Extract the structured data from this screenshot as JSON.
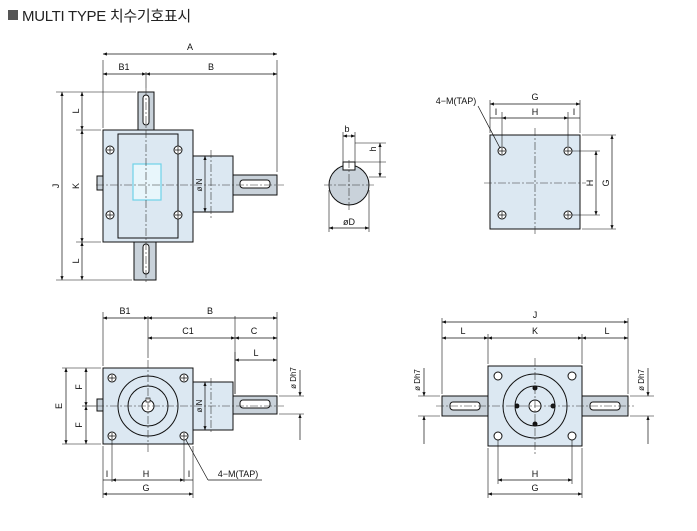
{
  "header": {
    "title": "MULTI TYPE 치수기호표시"
  },
  "labels": {
    "A": "A",
    "B": "B",
    "B1": "B1",
    "C": "C",
    "C1": "C1",
    "D": "øD",
    "Dh7": "ø Dh7",
    "E": "E",
    "F": "F",
    "G": "G",
    "H": "H",
    "I": "I",
    "J": "J",
    "K": "K",
    "L": "L",
    "N": "ø N",
    "b": "b",
    "h": "h",
    "tap": "4−M(TAP)"
  },
  "colors": {
    "body_fill": "#dce8f2",
    "shaft_fill": "#c9d2da",
    "line": "#111111",
    "keyway_highlight": "#6fd3e8"
  }
}
